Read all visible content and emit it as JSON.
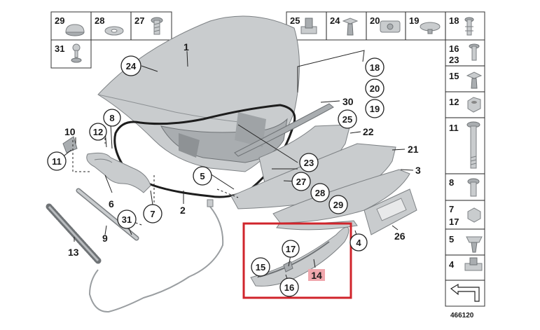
{
  "diagram_id": "466120",
  "highlight_color": "#d0242b",
  "highlight_fill": "#f0a7ad",
  "top_boxes": [
    {
      "n": "29",
      "icon": "round-cap"
    },
    {
      "n": "28",
      "icon": "washer"
    },
    {
      "n": "27",
      "icon": "screw"
    },
    {
      "n": "31",
      "icon": "ball-stud"
    }
  ],
  "top_right_boxes": [
    {
      "n": "25",
      "icon": "nut-clip"
    },
    {
      "n": "24",
      "icon": "push-clip"
    },
    {
      "n": "20",
      "icon": "clip"
    },
    {
      "n": "19",
      "icon": "cap-plug"
    },
    {
      "n": "18",
      "icon": "expanding-rivet"
    }
  ],
  "right_column": [
    {
      "n": "16",
      "n2": "23",
      "icon": "rivet"
    },
    {
      "n": "15",
      "icon": "push-clip"
    },
    {
      "n": "12",
      "icon": "hex-nut"
    },
    {
      "n": "11",
      "icon": "bolt"
    },
    {
      "n": "8",
      "icon": "screw"
    },
    {
      "n": "7",
      "n2": "17",
      "icon": "nut"
    },
    {
      "n": "5",
      "icon": "clip"
    },
    {
      "n": "4",
      "icon": "clip-nut"
    },
    {
      "n": "",
      "icon": "arrow-symbol"
    }
  ],
  "plain_labels": [
    {
      "n": "1"
    },
    {
      "n": "30"
    },
    {
      "n": "22"
    },
    {
      "n": "21"
    },
    {
      "n": "3"
    },
    {
      "n": "10"
    },
    {
      "n": "6"
    },
    {
      "n": "2"
    },
    {
      "n": "9"
    },
    {
      "n": "13"
    },
    {
      "n": "26"
    }
  ],
  "circle_labels": [
    {
      "n": "24"
    },
    {
      "n": "18"
    },
    {
      "n": "20"
    },
    {
      "n": "19"
    },
    {
      "n": "25"
    },
    {
      "n": "8"
    },
    {
      "n": "12"
    },
    {
      "n": "11"
    },
    {
      "n": "5"
    },
    {
      "n": "23"
    },
    {
      "n": "27"
    },
    {
      "n": "28"
    },
    {
      "n": "29"
    },
    {
      "n": "7"
    },
    {
      "n": "31"
    },
    {
      "n": "4"
    },
    {
      "n": "17"
    },
    {
      "n": "15"
    },
    {
      "n": "16"
    }
  ],
  "highlighted_part": {
    "n": "14"
  }
}
